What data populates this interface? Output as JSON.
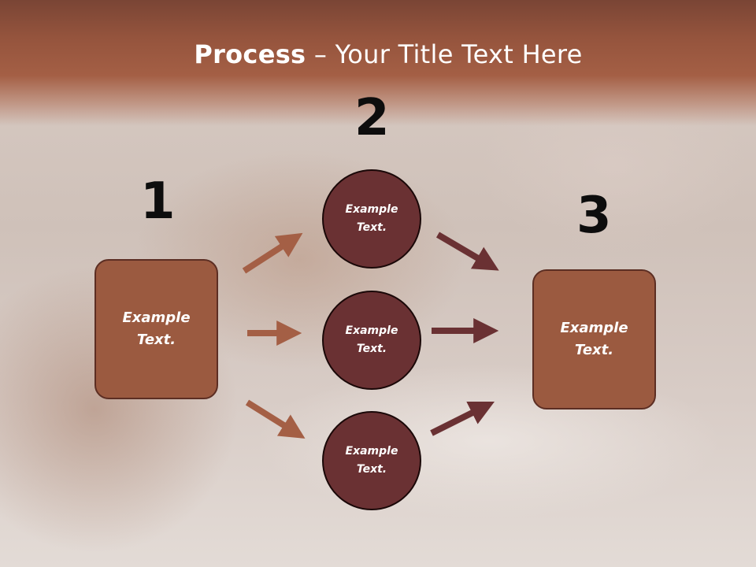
{
  "title": {
    "bold": "Process",
    "rest": " – Your Title Text Here"
  },
  "steps": [
    {
      "number": "1",
      "box_text": "Example\nText."
    },
    {
      "number": "2"
    },
    {
      "number": "3",
      "box_text": "Example\nText."
    }
  ],
  "circles": [
    {
      "text": "Example\nText."
    },
    {
      "text": "Example\nText."
    },
    {
      "text": "Example\nText."
    }
  ],
  "colors": {
    "header": "#a45f45",
    "box_fill": "#9b5a40",
    "circle_fill": "#6a3133",
    "arrow_in": "#a45f45",
    "arrow_out": "#6a3133"
  }
}
